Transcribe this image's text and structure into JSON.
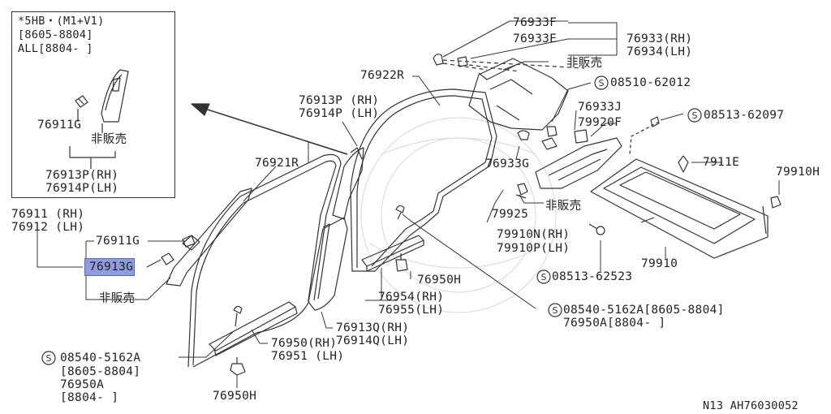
{
  "inset": {
    "header": [
      "*5HB・(M1+V1)",
      "[8605-8804]",
      "ALL[8804-    ]"
    ],
    "part_clip": "76911G",
    "not_sold": "非販売",
    "assembly_rh": "76913P(RH)",
    "assembly_lh": "76914P(LH)"
  },
  "labels": {
    "p76911_rh": "76911 (RH)",
    "p76912_lh": "76912 (LH)",
    "p76911G": "76911G",
    "p76913G": "76913G",
    "not_sold_1": "非販売",
    "p76921R": "76921R",
    "p76913P": "76913P (RH)",
    "p76914P": "76914P (LH)",
    "p76922R": "76922R",
    "p76933F": "76933F",
    "p76933E": "76933E",
    "p76933_rh": "76933(RH)",
    "p76934_lh": "76934(LH)",
    "not_sold_2": "非販売",
    "s08510": "08510-62012",
    "p76933J": "76933J",
    "p79920F": "79920F",
    "s08513_a": "08513-62097",
    "p76933G": "76933G",
    "p7911E": "7911E",
    "p79910H": "79910H",
    "p79925": "79925",
    "not_sold_3": "非販売",
    "p79910N": "79910N(RH)",
    "p79910P": "79910P(LH)",
    "p79910": "79910",
    "s08513_b": "08513-62523",
    "p76950H_a": "76950H",
    "p76954": "76954(RH)",
    "p76955": "76955(LH)",
    "s08540_a": "08540-5162A[8605-8804]",
    "p76950A_a": "76950A[8804-    ]",
    "p76913Q": "76913Q(RH)",
    "p76914Q": "76914Q(LH)",
    "p76950": "76950(RH)",
    "p76951": "76951 (LH)",
    "s08540_b": "08540-5162A",
    "range_b": "[8605-8804]",
    "p76950A_b": "76950A",
    "range_c": "[8804-    ]",
    "p76950H_b": "76950H",
    "footer": "N13  AH76030052"
  },
  "symbols": {
    "screw_mark": "S"
  },
  "colors": {
    "line": "#333333",
    "highlight": "#8e9bdc"
  }
}
